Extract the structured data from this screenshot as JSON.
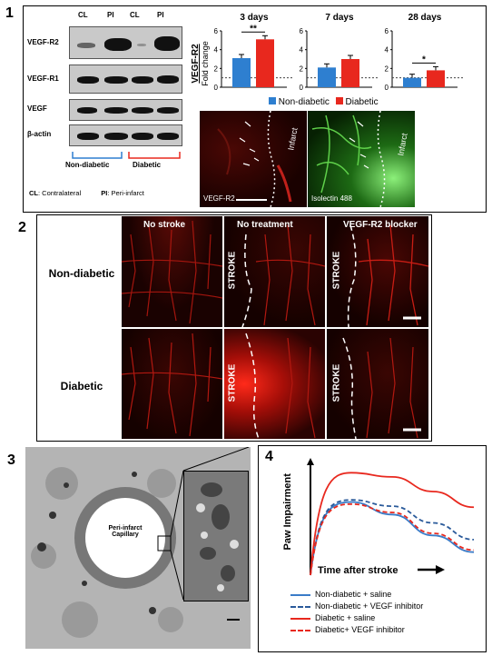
{
  "panels": {
    "p1": "1",
    "p2": "2",
    "p3": "3",
    "p4": "4"
  },
  "blot": {
    "col_headers": [
      "CL",
      "PI",
      "CL",
      "PI"
    ],
    "rows": [
      "VEGF-R2",
      "VEGF-R1",
      "VEGF",
      "β-actin"
    ],
    "group_nondiabetic": "Non-diabetic",
    "group_diabetic": "Diabetic",
    "legend_cl_key": "CL",
    "legend_cl_text": ": Contralateral",
    "legend_pi_key": "PI",
    "legend_pi_text": ": Peri-infarct"
  },
  "bar_panel": {
    "ylabel_top": "VEGF-R2",
    "ylabel_bottom": "Fold change",
    "legend": [
      "Non-diabetic",
      "Diabetic"
    ],
    "colors": {
      "nondiabetic": "#2e7fd0",
      "diabetic": "#e8281e"
    },
    "yticks": [
      "0",
      "2",
      "4",
      "6"
    ]
  },
  "stain": {
    "left_label": "VEGF-R2",
    "left_infarct": "Infarct",
    "right_label": "Isolectin 488",
    "right_infarct": "Infarct"
  },
  "grid2": {
    "col_headers": [
      "No stroke",
      "No treatment",
      "VEGF-R2 blocker"
    ],
    "row_labels": [
      "Non-diabetic",
      "Diabetic"
    ],
    "stroke_label": "STROKE"
  },
  "em": {
    "capillary_label": "Peri-infarct Capillary"
  },
  "chart_data": [
    {
      "type": "bar",
      "title": "3 days",
      "categories": [
        "Non-diabetic",
        "Diabetic"
      ],
      "values": [
        3.1,
        5.1
      ],
      "ylim": [
        0,
        6
      ],
      "significance": "**",
      "baseline": 1
    },
    {
      "type": "bar",
      "title": "7 days",
      "categories": [
        "Non-diabetic",
        "Diabetic"
      ],
      "values": [
        2.1,
        3.0
      ],
      "ylim": [
        0,
        6
      ],
      "baseline": 1
    },
    {
      "type": "bar",
      "title": "28 days",
      "categories": [
        "Non-diabetic",
        "Diabetic"
      ],
      "values": [
        1.0,
        1.8
      ],
      "ylim": [
        0,
        6
      ],
      "significance": "*",
      "baseline": 1
    },
    {
      "type": "line",
      "xlabel": "Time after stroke",
      "ylabel": "Paw Impairment",
      "series": [
        {
          "name": "Non-diabetic + saline",
          "color": "#3a7cc8",
          "dash": false,
          "values": [
            0,
            0.7,
            0.58,
            0.38,
            0.22
          ]
        },
        {
          "name": "Non-diabetic + VEGF inhibitor",
          "color": "#2a5a9a",
          "dash": true,
          "values": [
            0,
            0.72,
            0.66,
            0.5,
            0.34
          ]
        },
        {
          "name": "Diabetic + saline",
          "color": "#e8281e",
          "dash": false,
          "values": [
            0,
            0.98,
            0.94,
            0.8,
            0.65
          ]
        },
        {
          "name": "Diabetic+ VEGF inhibitor",
          "color": "#e8281e",
          "dash": true,
          "values": [
            0,
            0.68,
            0.6,
            0.4,
            0.24
          ]
        }
      ]
    }
  ]
}
